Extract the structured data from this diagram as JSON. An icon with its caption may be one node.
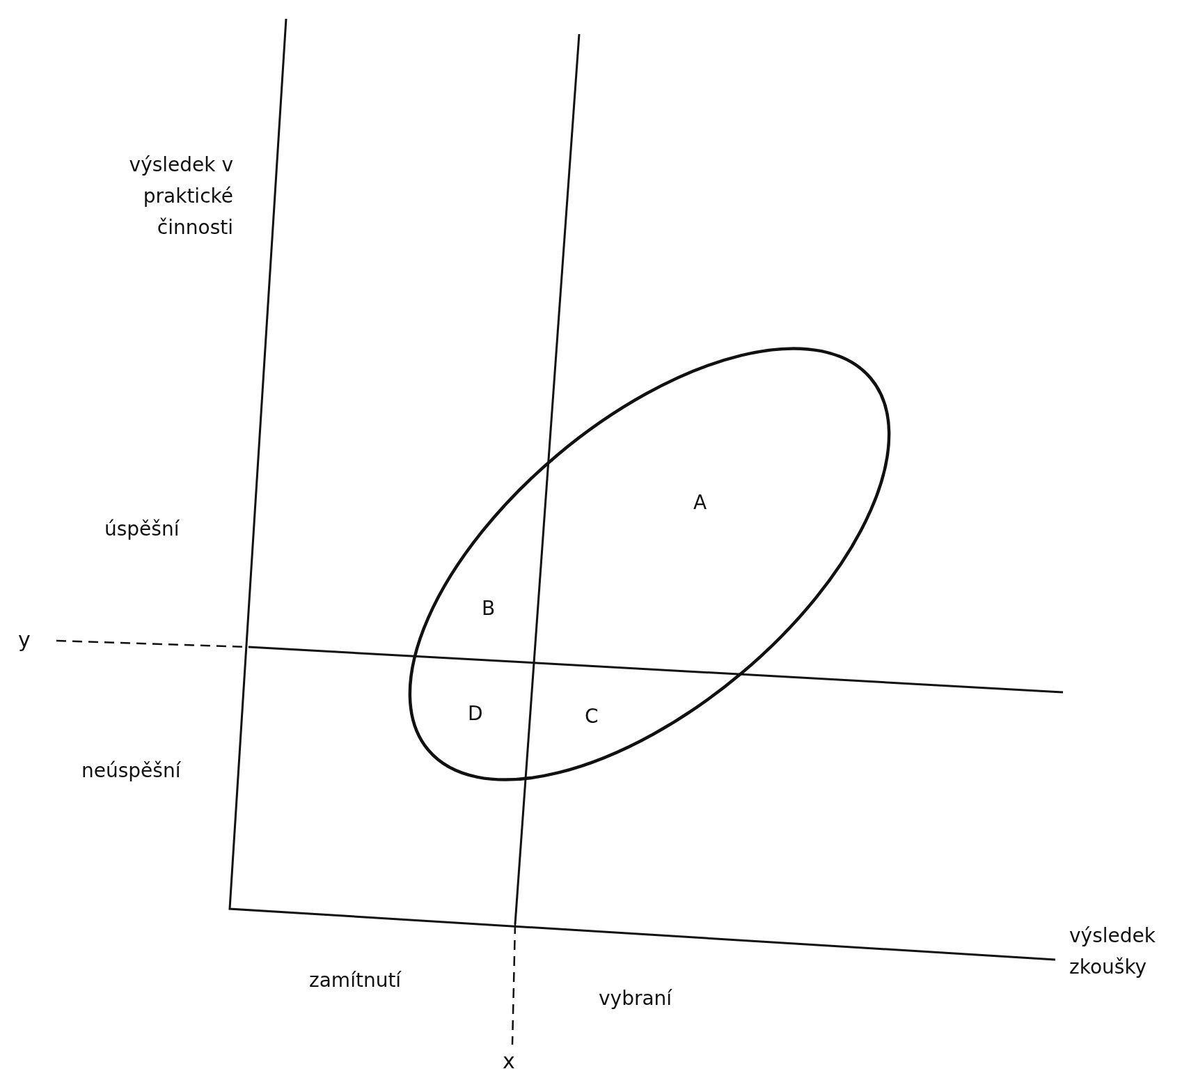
{
  "diagram": {
    "labels": [
      "výsledek v praktické činnosti",
      "úspěšní",
      "neúspěšní",
      "y",
      "A",
      "B",
      "D",
      "C",
      "zamítnutí",
      "vybraní",
      "výsledek zkoušky",
      "x"
    ]
  }
}
